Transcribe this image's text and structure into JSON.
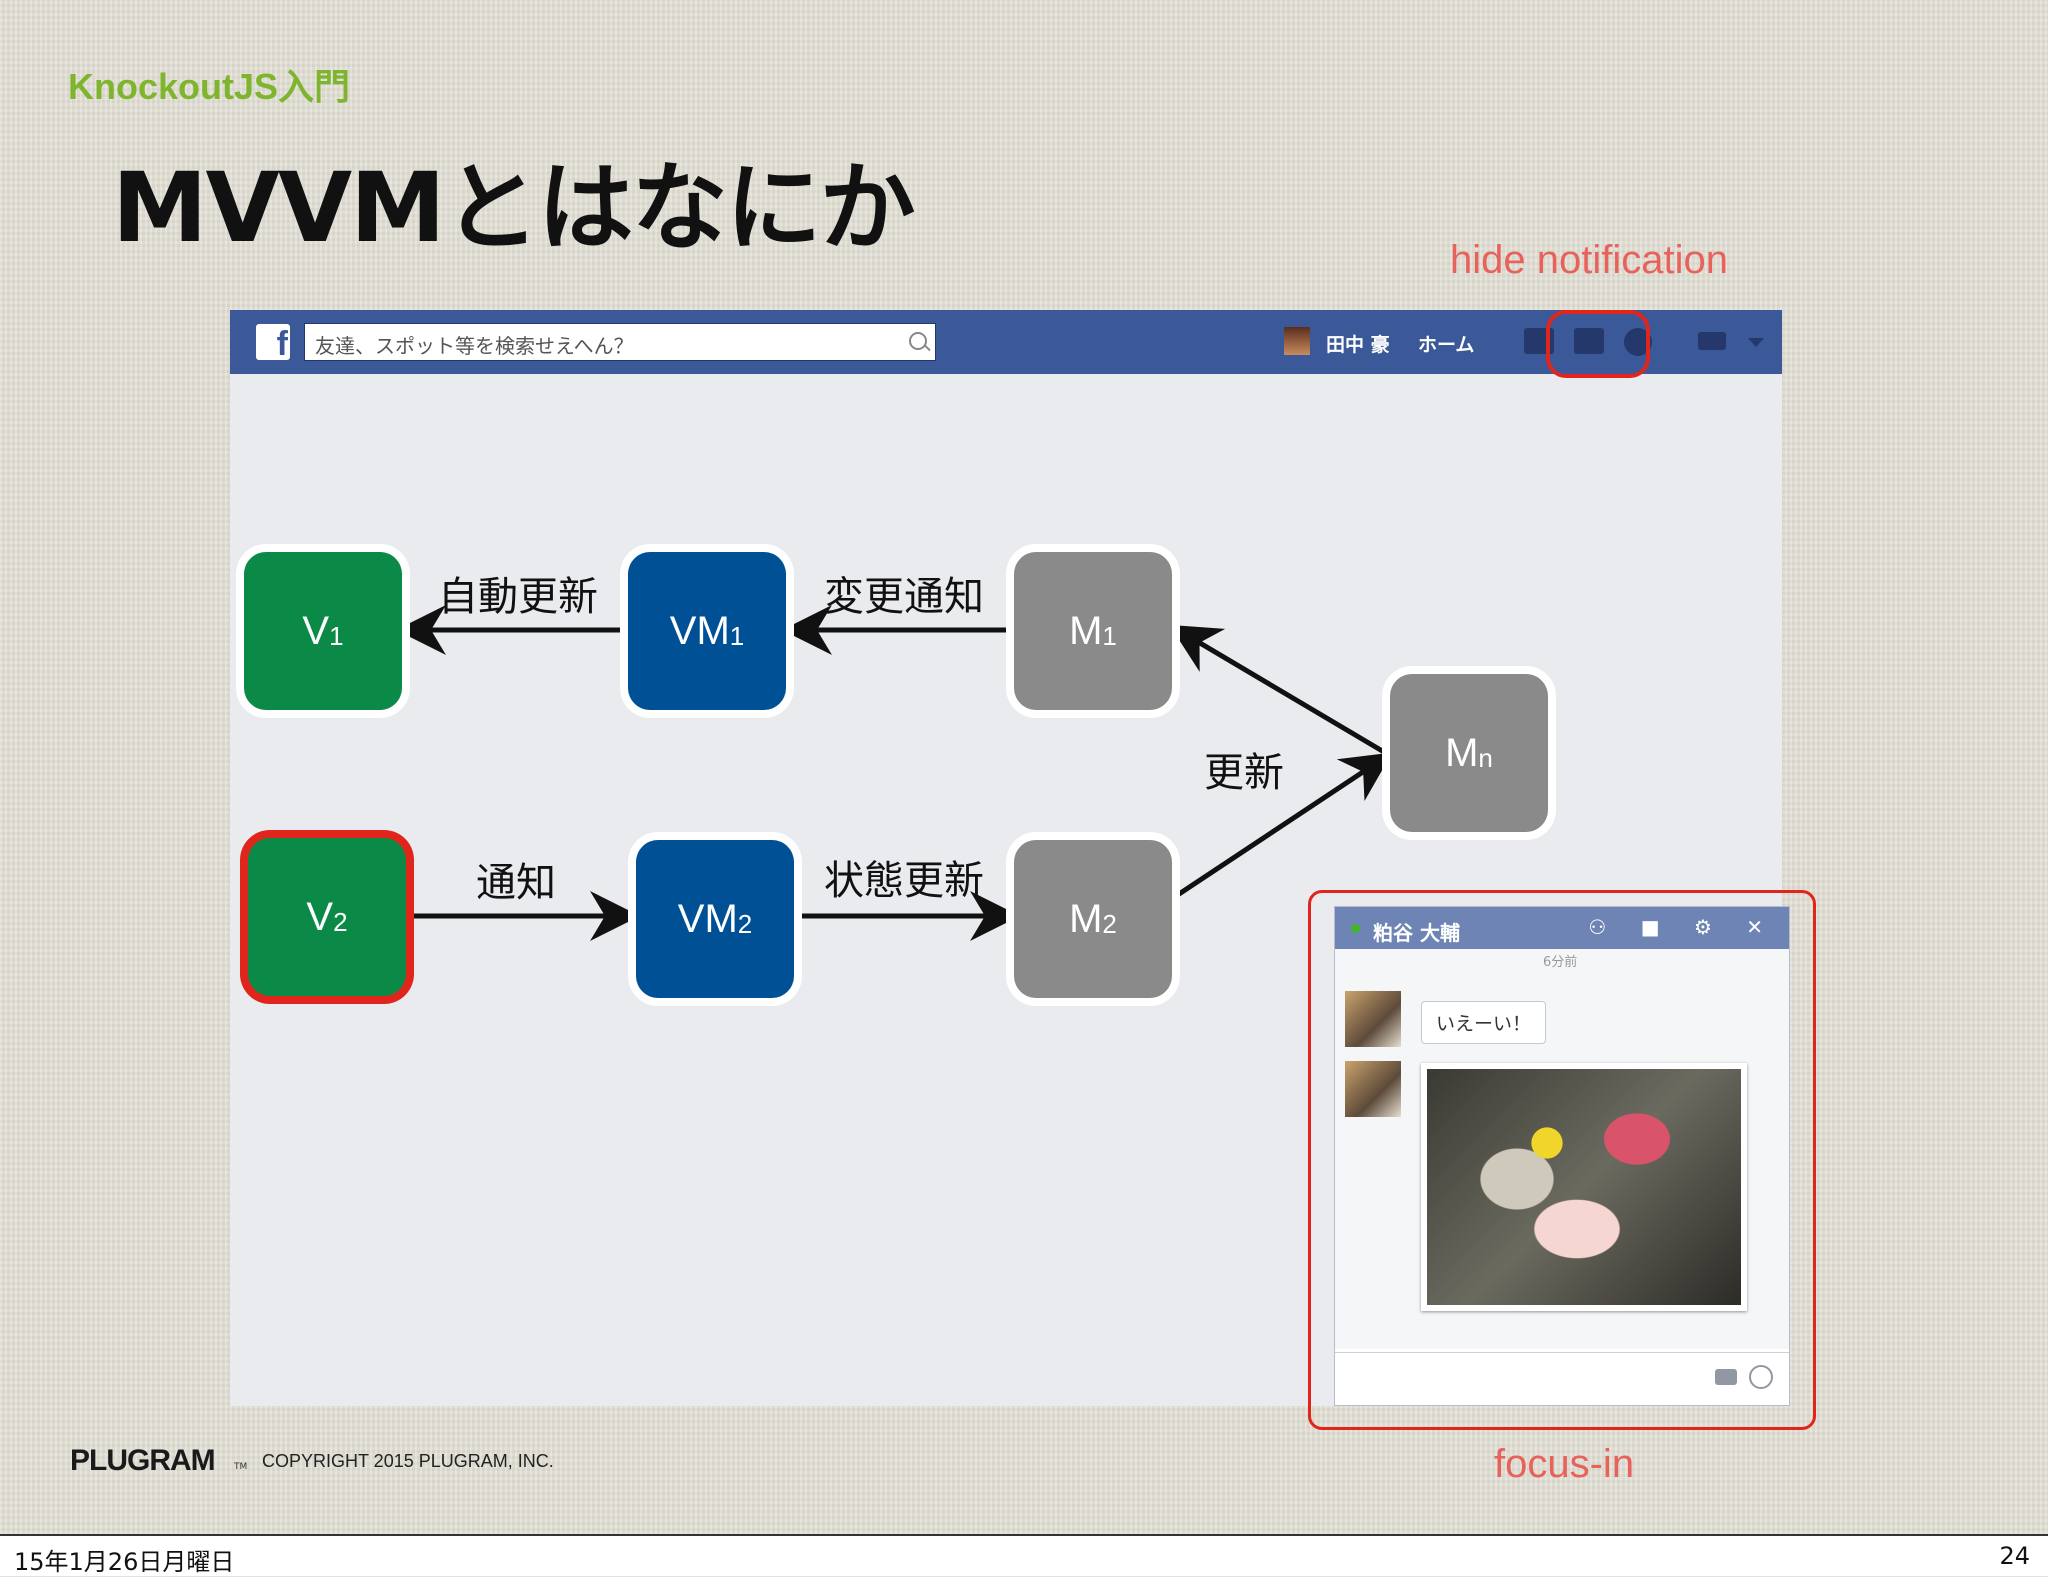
{
  "slide": {
    "section": "KnockoutJS入門",
    "title": "MVVMとはなにか",
    "annotation_top": "hide notification",
    "annotation_bottom": "focus-in",
    "footer_logo": "PLUGRAM",
    "footer_tm": "TM",
    "footer_copyright": "COPYRIGHT 2015 PLUGRAM, INC."
  },
  "facebook": {
    "logo": "f",
    "search_placeholder": "友達、スポット等を検索せえへん？",
    "user_name": "田中 豪",
    "home": "ホーム",
    "icons": [
      "friends-icon",
      "messages-icon",
      "notifications-icon",
      "privacy-icon",
      "caret-down-icon"
    ]
  },
  "diagram": {
    "v1": {
      "main": "V",
      "sub": "1"
    },
    "vm1": {
      "main": "VM",
      "sub": "1"
    },
    "m1": {
      "main": "M",
      "sub": "1"
    },
    "v2": {
      "main": "V",
      "sub": "2"
    },
    "vm2": {
      "main": "VM",
      "sub": "2"
    },
    "m2": {
      "main": "M",
      "sub": "2"
    },
    "mn": {
      "main": "M",
      "sub": "n"
    },
    "label_auto_update": "自動更新",
    "label_change_notify": "変更通知",
    "label_update": "更新",
    "label_notify": "通知",
    "label_state_update": "状態更新"
  },
  "chat": {
    "name": "粕谷 大輔",
    "tools": "⚇ ■ ⚙ ✕",
    "time": "6分前",
    "message": "いえーい！"
  },
  "status": {
    "date": "15年1月26日月曜日",
    "page": "24"
  },
  "colors": {
    "view": "#0b8a47",
    "viewmodel": "#005095",
    "model": "#8a8a8a",
    "highlight": "#e0251d",
    "accent_green": "#7fb52e",
    "annotation": "#e8625c",
    "facebook_blue": "#3b5998"
  }
}
